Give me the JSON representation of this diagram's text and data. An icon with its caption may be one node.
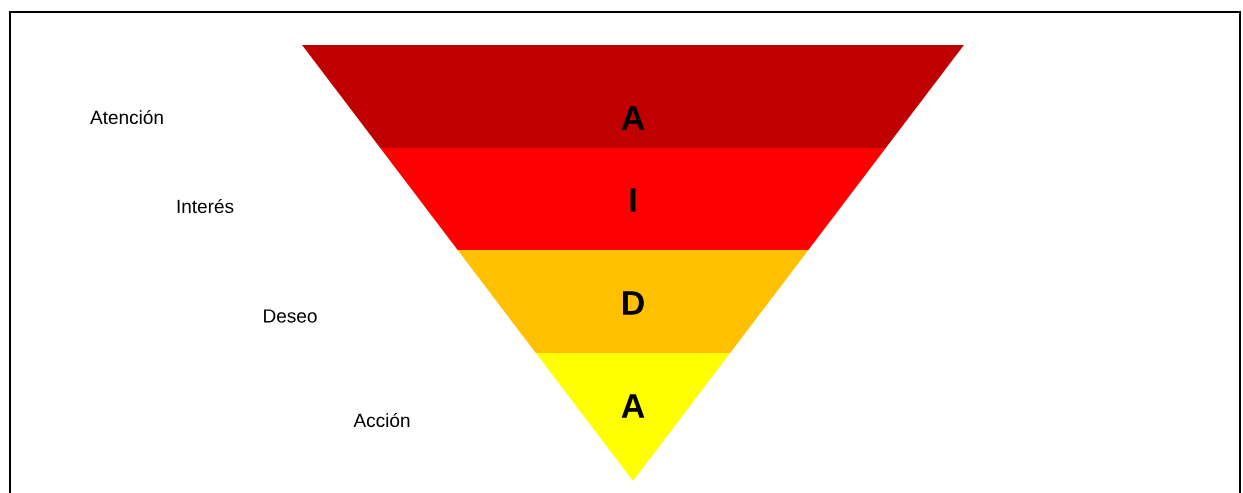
{
  "diagram": {
    "nodes": [
      {
        "text": [
          "A"
        ]
      },
      {
        "text": [
          "I"
        ]
      },
      {
        "text": [
          "D"
        ]
      },
      {
        "text": [
          "A"
        ]
      }
    ],
    "labels": [
      "Atención",
      "Interés",
      "Deseo",
      "Acción"
    ]
  }
}
